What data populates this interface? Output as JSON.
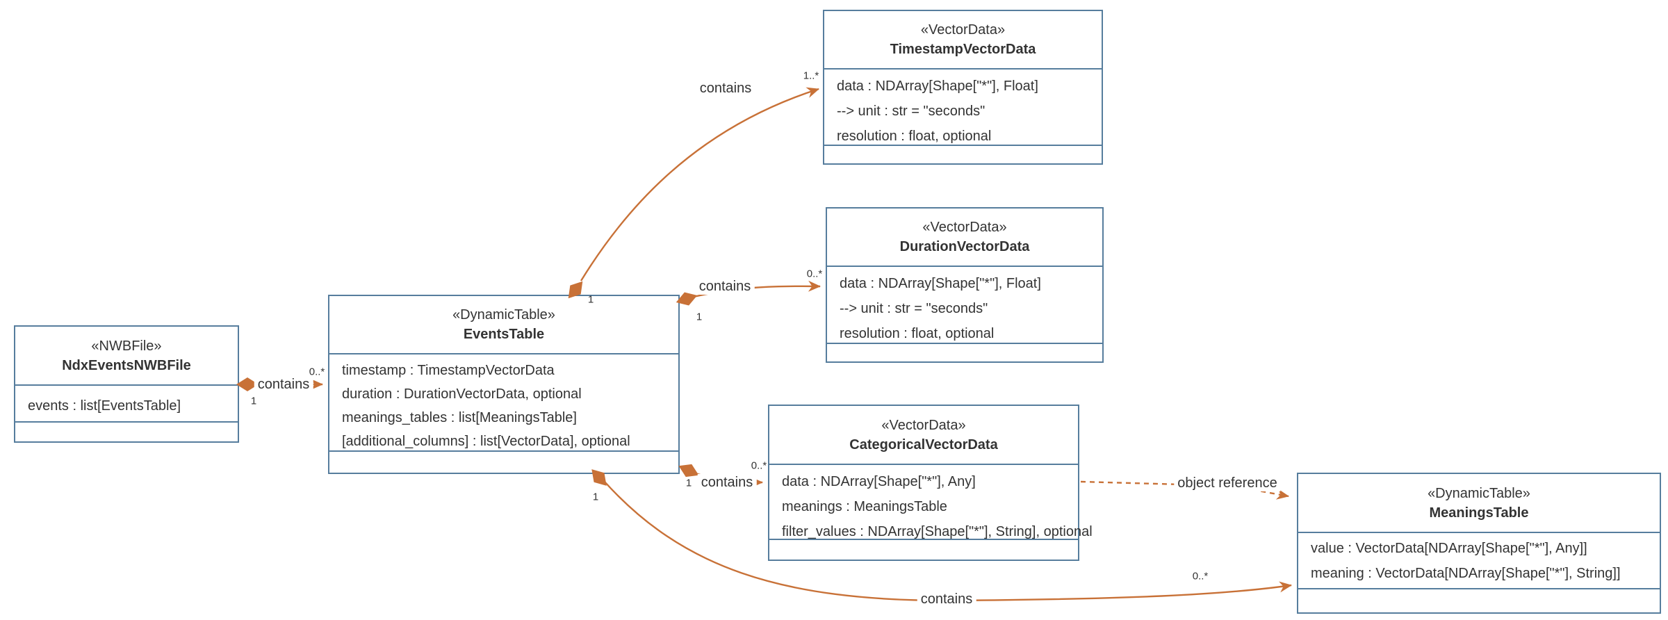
{
  "diagram": {
    "type": "uml-class-diagram",
    "colors": {
      "box_border": "#567d9d",
      "relation": "#c87137",
      "text": "#333333",
      "background": "#ffffff"
    }
  },
  "classes": {
    "ndx_events_nwb_file": {
      "stereotype": "«NWBFile»",
      "name": "NdxEventsNWBFile",
      "attrs": [
        "events : list[EventsTable]"
      ]
    },
    "events_table": {
      "stereotype": "«DynamicTable»",
      "name": "EventsTable",
      "attrs": [
        "timestamp : TimestampVectorData",
        "duration : DurationVectorData, optional",
        "meanings_tables : list[MeaningsTable]",
        "[additional_columns] : list[VectorData], optional"
      ]
    },
    "timestamp_vector_data": {
      "stereotype": "«VectorData»",
      "name": "TimestampVectorData",
      "attrs": [
        "data : NDArray[Shape[\"*\"], Float]",
        "--> unit : str = \"seconds\"",
        "resolution : float, optional"
      ]
    },
    "duration_vector_data": {
      "stereotype": "«VectorData»",
      "name": "DurationVectorData",
      "attrs": [
        "data : NDArray[Shape[\"*\"], Float]",
        "--> unit : str = \"seconds\"",
        "resolution : float, optional"
      ]
    },
    "categorical_vector_data": {
      "stereotype": "«VectorData»",
      "name": "CategoricalVectorData",
      "attrs": [
        "data : NDArray[Shape[\"*\"], Any]",
        "meanings : MeaningsTable",
        "filter_values : NDArray[Shape[\"*\"], String], optional"
      ]
    },
    "meanings_table": {
      "stereotype": "«DynamicTable»",
      "name": "MeaningsTable",
      "attrs": [
        "value : VectorData[NDArray[Shape[\"*\"], Any]]",
        "meaning : VectorData[NDArray[Shape[\"*\"], String]]"
      ]
    }
  },
  "edges": {
    "file_contains_events": {
      "label": "contains",
      "source": "NdxEventsNWBFile",
      "target": "EventsTable",
      "kind": "composition",
      "source_mult": "1",
      "target_mult": "0..*"
    },
    "events_contains_timestamp": {
      "label": "contains",
      "source": "EventsTable",
      "target": "TimestampVectorData",
      "kind": "composition",
      "source_mult": "1",
      "target_mult": "1..*"
    },
    "events_contains_duration": {
      "label": "contains",
      "source": "EventsTable",
      "target": "DurationVectorData",
      "kind": "composition",
      "source_mult": "1",
      "target_mult": "0..*"
    },
    "events_contains_categorical": {
      "label": "contains",
      "source": "EventsTable",
      "target": "CategoricalVectorData",
      "kind": "composition",
      "source_mult": "1",
      "target_mult": "0..*"
    },
    "events_contains_meanings": {
      "label": "contains",
      "source": "EventsTable",
      "target": "MeaningsTable",
      "kind": "composition",
      "source_mult": "1",
      "target_mult": "0..*"
    },
    "categorical_references_meanings": {
      "label": "object reference",
      "source": "CategoricalVectorData",
      "target": "MeaningsTable",
      "kind": "dashed-dependency"
    }
  }
}
